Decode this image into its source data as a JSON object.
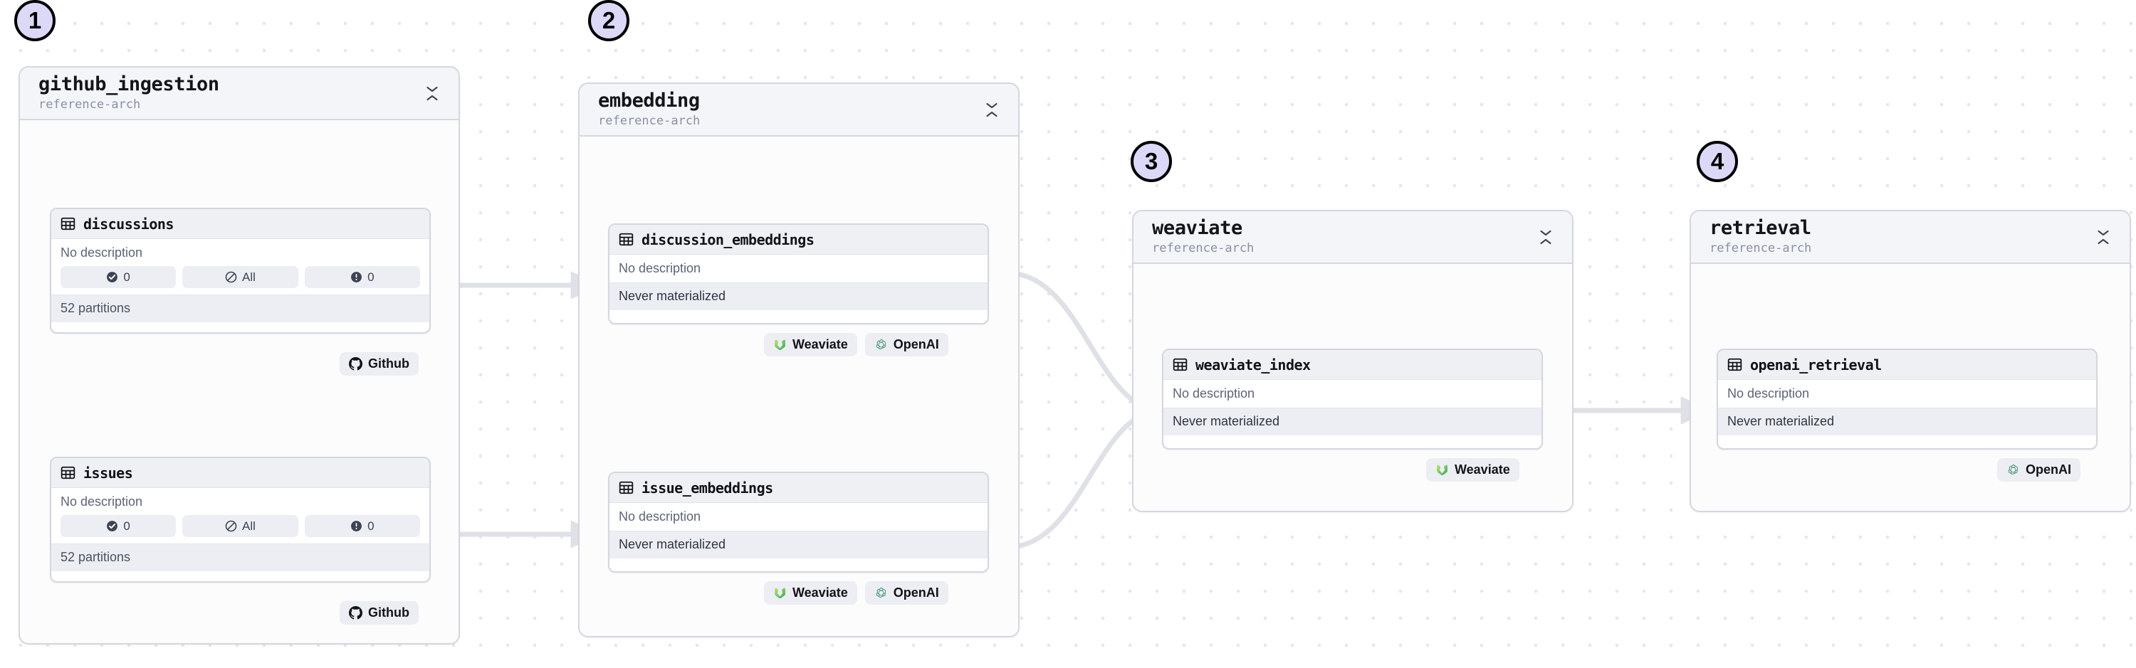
{
  "canvas": {
    "background": "#ffffff",
    "dot_color": "#e5e7eb",
    "accent_badge_fill": "#dcd8f7",
    "edge_color": "#dfe1e7"
  },
  "labels": {
    "no_description": "No description",
    "never_materialized": "Never materialized",
    "all": "All",
    "zero": "0"
  },
  "groups": [
    {
      "step": "1",
      "title": "github_ingestion",
      "subtitle": "reference-arch",
      "collapse_icon": "chevron-collapse-icon",
      "assets": [
        {
          "name": "discussions",
          "icon": "table-icon",
          "description": "No description",
          "stats": [
            {
              "icon": "check-circle-icon",
              "value": "0"
            },
            {
              "icon": "slash-circle-icon",
              "value": "All"
            },
            {
              "icon": "alert-circle-icon",
              "value": "0"
            }
          ],
          "footer": "52 partitions",
          "tags": [
            {
              "label": "Github",
              "icon": "github-icon"
            }
          ]
        },
        {
          "name": "issues",
          "icon": "table-icon",
          "description": "No description",
          "stats": [
            {
              "icon": "check-circle-icon",
              "value": "0"
            },
            {
              "icon": "slash-circle-icon",
              "value": "All"
            },
            {
              "icon": "alert-circle-icon",
              "value": "0"
            }
          ],
          "footer": "52 partitions",
          "tags": [
            {
              "label": "Github",
              "icon": "github-icon"
            }
          ]
        }
      ]
    },
    {
      "step": "2",
      "title": "embedding",
      "subtitle": "reference-arch",
      "collapse_icon": "chevron-collapse-icon",
      "assets": [
        {
          "name": "discussion_embeddings",
          "icon": "table-icon",
          "description": "No description",
          "materialization": "Never materialized",
          "tags": [
            {
              "label": "Weaviate",
              "icon": "weaviate-icon"
            },
            {
              "label": "OpenAI",
              "icon": "openai-icon"
            }
          ]
        },
        {
          "name": "issue_embeddings",
          "icon": "table-icon",
          "description": "No description",
          "materialization": "Never materialized",
          "tags": [
            {
              "label": "Weaviate",
              "icon": "weaviate-icon"
            },
            {
              "label": "OpenAI",
              "icon": "openai-icon"
            }
          ]
        }
      ]
    },
    {
      "step": "3",
      "title": "weaviate",
      "subtitle": "reference-arch",
      "collapse_icon": "chevron-collapse-icon",
      "assets": [
        {
          "name": "weaviate_index",
          "icon": "table-icon",
          "description": "No description",
          "materialization": "Never materialized",
          "tags": [
            {
              "label": "Weaviate",
              "icon": "weaviate-icon"
            }
          ]
        }
      ]
    },
    {
      "step": "4",
      "title": "retrieval",
      "subtitle": "reference-arch",
      "collapse_icon": "chevron-collapse-icon",
      "assets": [
        {
          "name": "openai_retrieval",
          "icon": "table-icon",
          "description": "No description",
          "materialization": "Never materialized",
          "tags": [
            {
              "label": "OpenAI",
              "icon": "openai-icon"
            }
          ]
        }
      ]
    }
  ],
  "edges": [
    {
      "from": "discussions",
      "to": "discussion_embeddings"
    },
    {
      "from": "issues",
      "to": "issue_embeddings"
    },
    {
      "from": "discussion_embeddings",
      "to": "weaviate_index"
    },
    {
      "from": "issue_embeddings",
      "to": "weaviate_index"
    },
    {
      "from": "weaviate_index",
      "to": "openai_retrieval"
    }
  ]
}
